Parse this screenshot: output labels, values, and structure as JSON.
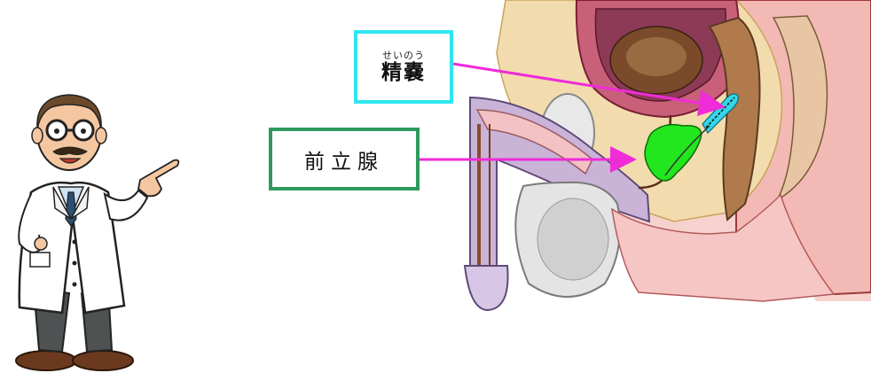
{
  "labels": {
    "seminal_vesicle": {
      "ruby": "せいのう",
      "text": "精嚢",
      "border_color": "#2ee6f0"
    },
    "prostate": {
      "text": "前立腺",
      "border_color": "#2e9a5e"
    }
  },
  "arrows": {
    "color": "#f02bd8"
  },
  "highlight_colors": {
    "prostate": "#22e61e",
    "seminal_vesicle": "#34d6e8"
  },
  "icons": [
    "doctor-illustration",
    "pelvic-anatomy-illustration"
  ]
}
